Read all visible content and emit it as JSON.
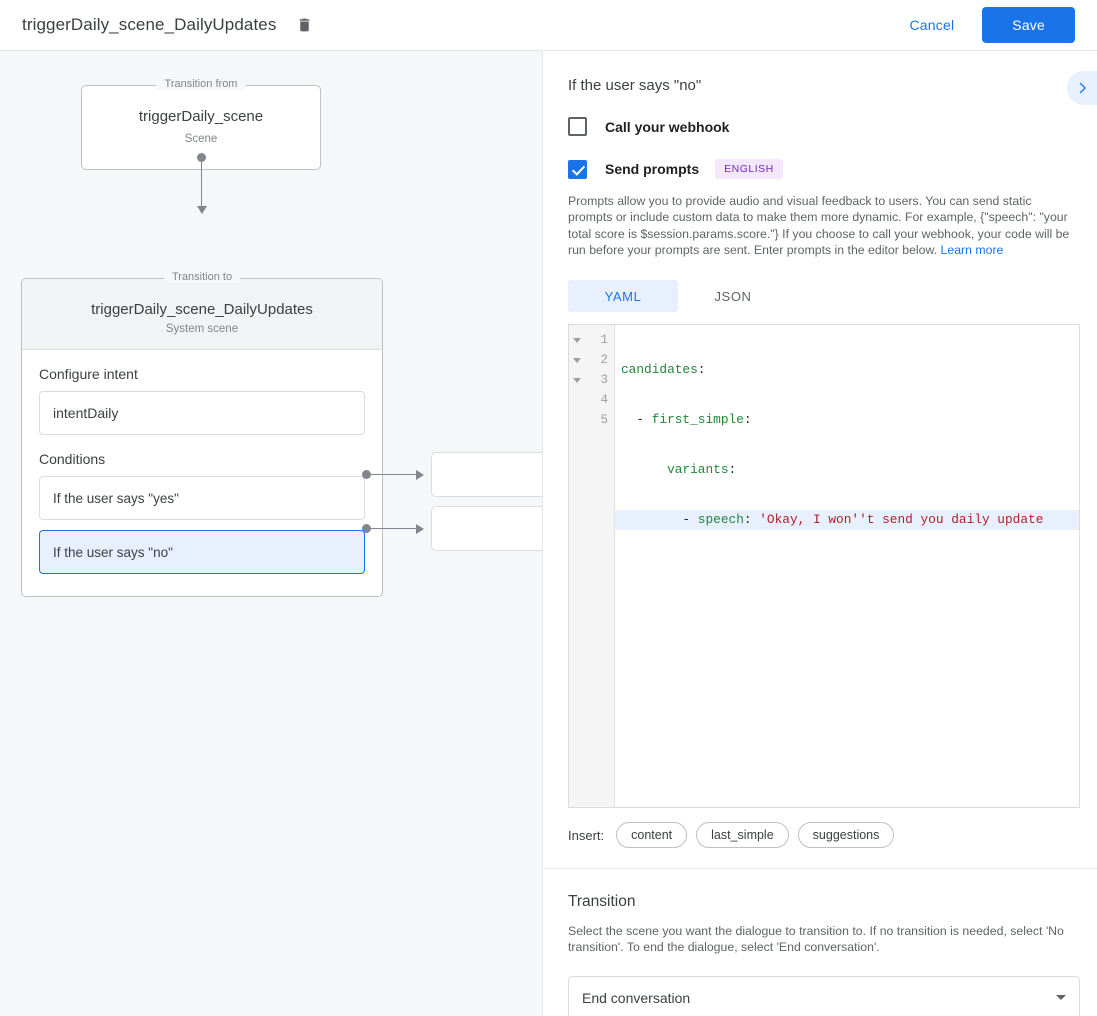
{
  "topbar": {
    "title": "triggerDaily_scene_DailyUpdates",
    "delete_icon": "trash-icon",
    "cancel_label": "Cancel",
    "save_label": "Save",
    "accent_color": "#1a73e8"
  },
  "canvas": {
    "from_node": {
      "legend": "Transition from",
      "title": "triggerDaily_scene",
      "subtitle": "Scene"
    },
    "to_node": {
      "legend": "Transition to",
      "title": "triggerDaily_scene_DailyUpdates",
      "subtitle": "System scene"
    },
    "intent": {
      "label": "Configure intent",
      "value": "intentDaily"
    },
    "conditions": {
      "label": "Conditions",
      "items": [
        {
          "label": "If the user says \"yes\"",
          "selected": false
        },
        {
          "label": "If the user says \"no\"",
          "selected": true
        }
      ]
    }
  },
  "panel": {
    "title": "If the user says \"no\"",
    "collapse_icon": "chevron-right-icon",
    "webhook": {
      "label": "Call your webhook",
      "checked": false
    },
    "prompts": {
      "label": "Send prompts",
      "checked": true,
      "language_badge": "ENGLISH",
      "badge_bg": "#f3e8fd",
      "badge_fg": "#7627bb",
      "help_text": "Prompts allow you to provide audio and visual feedback to users. You can send static prompts or include custom data to make them more dynamic. For example, {\"speech\": \"your total score is $session.params.score.\"} If you choose to call your webhook, your code will be run before your prompts are sent. Enter prompts in the editor below. ",
      "help_link": "Learn more"
    },
    "tabs": [
      {
        "label": "YAML",
        "active": true
      },
      {
        "label": "JSON",
        "active": false
      }
    ],
    "editor": {
      "line_numbers": [
        "1",
        "2",
        "3",
        "4",
        "5"
      ],
      "folds": [
        true,
        true,
        true,
        false,
        false
      ],
      "highlighted_line": 4,
      "lines": [
        {
          "n": 1,
          "key": "candidates",
          "punc": ":",
          "indent": 0,
          "dash": false,
          "str": ""
        },
        {
          "n": 2,
          "key": "first_simple",
          "punc": ":",
          "indent": 1,
          "dash": true,
          "str": ""
        },
        {
          "n": 3,
          "key": "variants",
          "punc": ":",
          "indent": 2,
          "dash": false,
          "str": ""
        },
        {
          "n": 4,
          "key": "speech",
          "punc": ":",
          "indent": 3,
          "dash": true,
          "str": "'Okay, I won''t send you daily update"
        },
        {
          "n": 5,
          "key": "",
          "punc": "",
          "indent": 0,
          "dash": false,
          "str": ""
        }
      ],
      "raw": "candidates:\n  - first_simple:\n      variants:\n        - speech: 'Okay, I won''t send you daily updates'\n"
    },
    "insert": {
      "label": "Insert:",
      "chips": [
        "content",
        "last_simple",
        "suggestions"
      ]
    },
    "transition": {
      "title": "Transition",
      "description": "Select the scene you want the dialogue to transition to. If no transition is needed, select 'No transition'. To end the dialogue, select 'End conversation'.",
      "selected": "End conversation"
    }
  }
}
